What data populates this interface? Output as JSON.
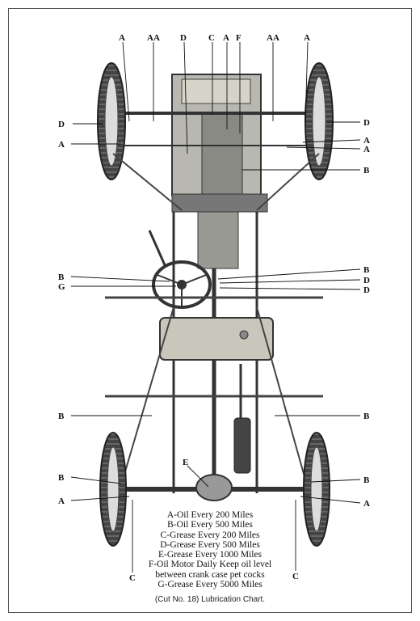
{
  "diagram": {
    "callout_letters": {
      "top": [
        "A",
        "AA",
        "D",
        "C",
        "A",
        "F",
        "AA",
        "A"
      ],
      "left": [
        "D",
        "A",
        "B",
        "G",
        "B",
        "B",
        "A"
      ],
      "right": [
        "D",
        "A",
        "A",
        "B",
        "B",
        "D",
        "D",
        "B",
        "B",
        "A"
      ],
      "bottom": [
        "E",
        "C",
        "C"
      ]
    },
    "legend": [
      "A-Oil Every 200 Miles",
      "B-Oil Every 500 Miles",
      "C-Grease Every 200 Miles",
      "D-Grease Every 500 Miles",
      "E-Grease Every 1000 Miles",
      "F-Oil Motor Daily   Keep oil level",
      "between crank case  pet cocks",
      "G-Grease Every 5000 Miles"
    ],
    "caption": "(Cut No. 18)  Lubrication Chart."
  }
}
